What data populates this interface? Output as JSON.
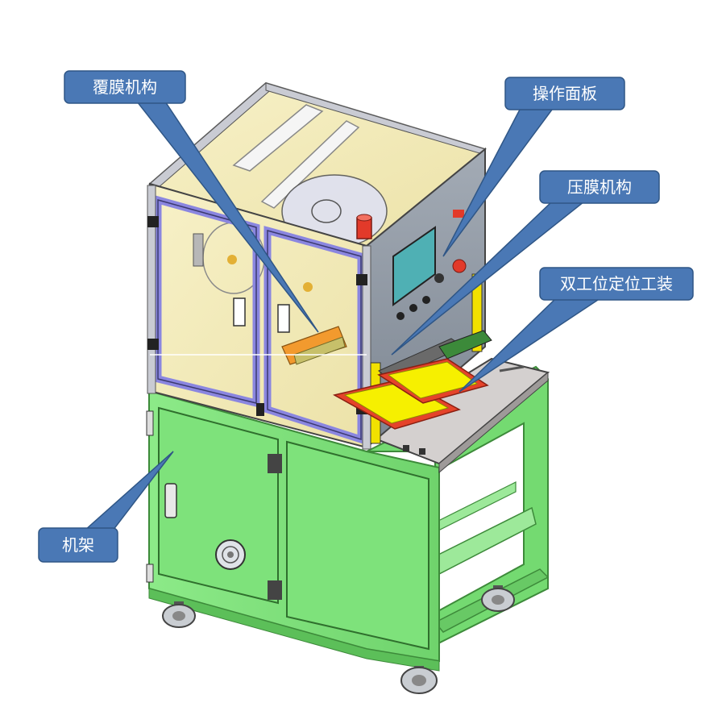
{
  "callouts": {
    "film_cover": "覆膜机构",
    "control_panel": "操作面板",
    "film_press": "压膜机构",
    "fixture": "双工位定位工装",
    "frame": "机架"
  },
  "colors": {
    "callout_fill": "#4a78b5",
    "callout_stroke": "#2f5686",
    "frame_green": "#7de07a",
    "frame_edge": "#3d8a3a",
    "window_frame": "#8a86e0",
    "glass": "#f4eec0",
    "panel_gray": "#8e97a3",
    "screen_teal": "#4fb0b4",
    "fixture_yellow": "#f6f000",
    "fixture_red": "#e5432a"
  }
}
